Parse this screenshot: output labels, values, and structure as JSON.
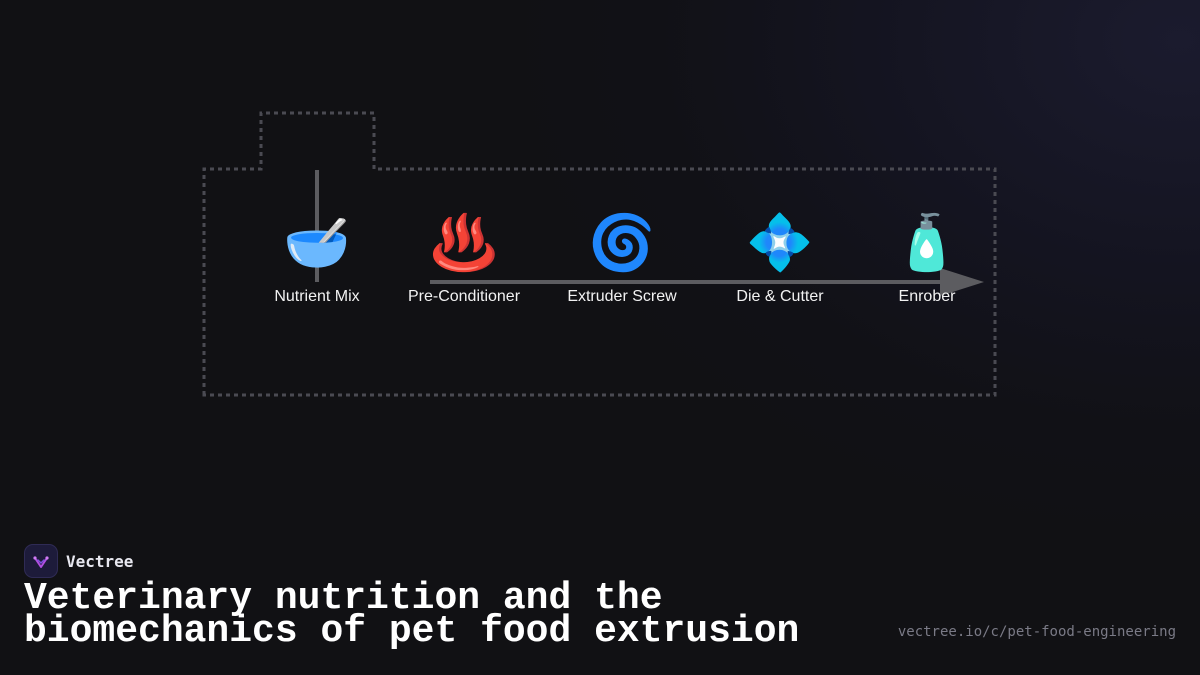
{
  "diagram": {
    "steps": [
      {
        "label": "Nutrient Mix",
        "icon": "bowl-with-spoon-icon",
        "glyph": "🥣"
      },
      {
        "label": "Pre-Conditioner",
        "icon": "hot-springs-icon",
        "glyph": "♨️"
      },
      {
        "label": "Extruder Screw",
        "icon": "cyclone-icon",
        "glyph": "🌀"
      },
      {
        "label": "Die & Cutter",
        "icon": "diamond-with-dot-icon",
        "glyph": "💠"
      },
      {
        "label": "Enrober",
        "icon": "lotion-bottle-icon",
        "glyph": "🧴"
      }
    ],
    "colors": {
      "boundary": "#4a4a52",
      "arrow": "#5c5c60",
      "label": "#f2f2f2"
    }
  },
  "brand": {
    "name": "Vectree",
    "logo_icon": "vectree-logo-icon"
  },
  "title": "Veterinary nutrition and the biomechanics of pet food extrusion",
  "url": "vectree.io/c/pet-food-engineering"
}
